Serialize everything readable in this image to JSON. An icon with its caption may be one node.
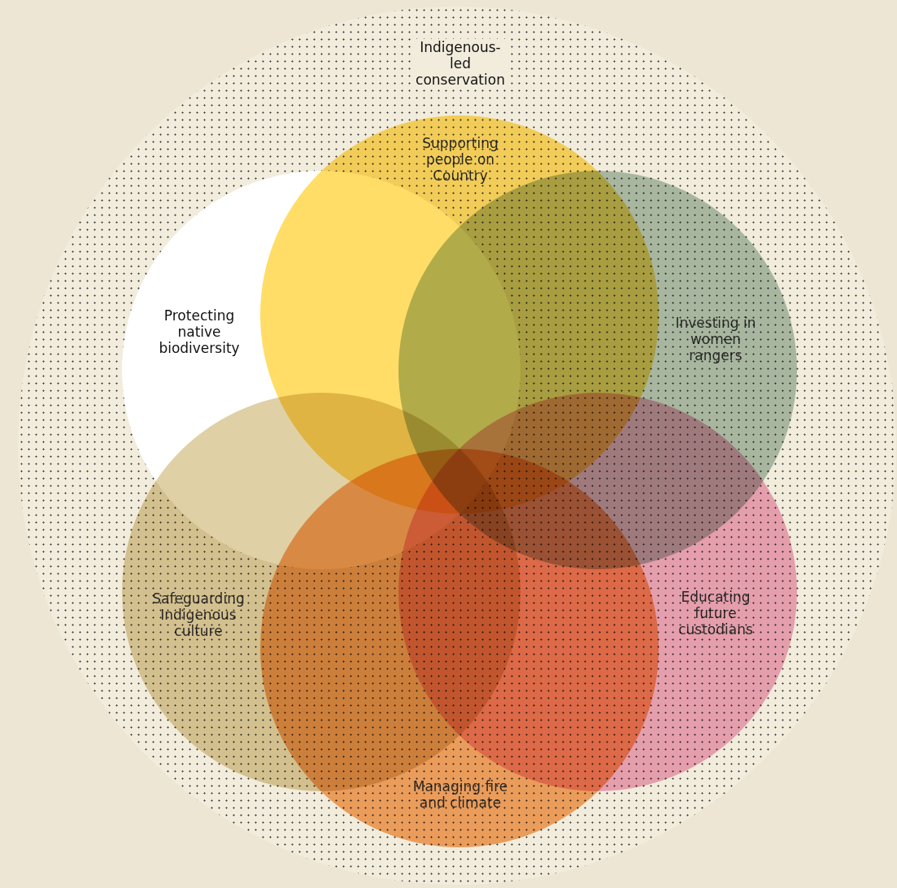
{
  "diagram": {
    "nodes": [
      {
        "text": [
          "Indigenous-led conservation"
        ]
      },
      {
        "text": [
          "Supporting people on Country"
        ],
        "in": 0
      },
      {
        "text": [
          "Protecting native biodiversity"
        ],
        "in": 0
      },
      {
        "text": [
          "Investing in women rangers"
        ],
        "in": 0
      },
      {
        "text": [
          "Safeguarding Indigenous culture"
        ],
        "in": 0
      },
      {
        "text": [
          "Educating future custodians"
        ],
        "in": 0
      },
      {
        "text": [
          "Managing fire and climate"
        ],
        "in": 0
      }
    ]
  }
}
